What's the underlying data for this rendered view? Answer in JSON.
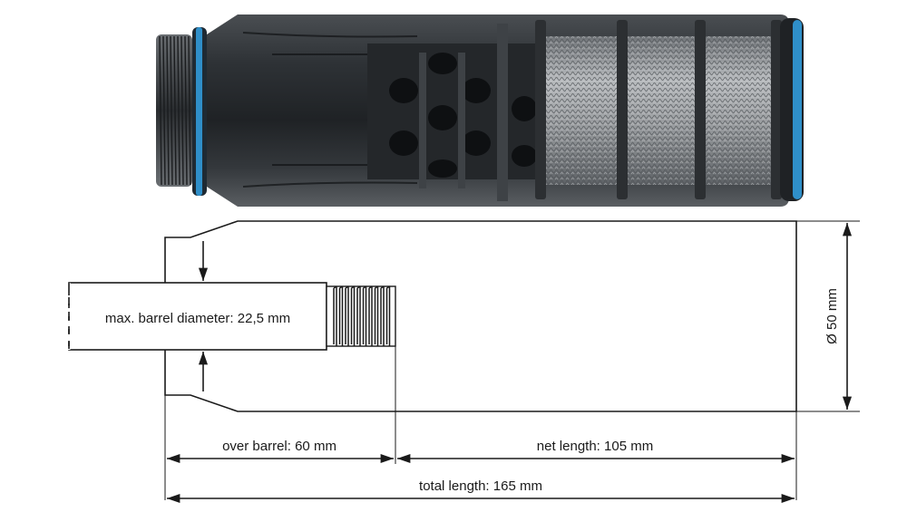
{
  "photo": {
    "accent_color": "#2f8fc9",
    "body_color": "#2b2e31",
    "mesh_color": "#8a8d90"
  },
  "drawing": {
    "barrel_label": "max. barrel diameter: 22,5 mm",
    "diameter_label": "Ø 50 mm",
    "over_barrel_label": "over barrel: 60 mm",
    "net_length_label": "net length: 105 mm",
    "total_length_label": "total length: 165 mm"
  }
}
